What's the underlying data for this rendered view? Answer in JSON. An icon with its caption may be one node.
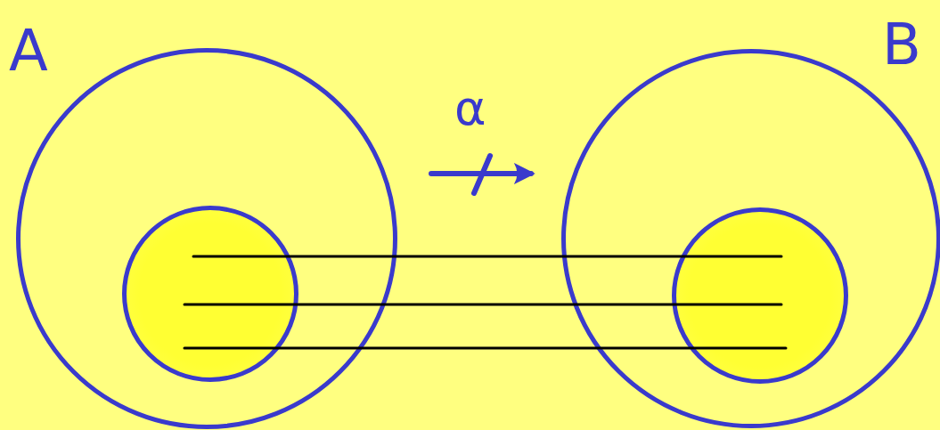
{
  "diagram": {
    "nodes": [
      {
        "text": [
          "A"
        ]
      },
      {
        "text": [],
        "shape": "circle",
        "in": 0
      },
      {
        "text": [
          "B"
        ]
      },
      {
        "text": [],
        "shape": "circle",
        "in": 2
      }
    ],
    "edges": [
      {
        "from": 0,
        "to": 2,
        "arrow": "to",
        "label": "α",
        "style": "thick",
        "color": "#3a3acc"
      },
      {
        "from": 1,
        "to": 3,
        "arrow": "none"
      },
      {
        "from": 1,
        "to": 3,
        "arrow": "none"
      },
      {
        "from": 1,
        "to": 3,
        "arrow": "none"
      }
    ]
  }
}
